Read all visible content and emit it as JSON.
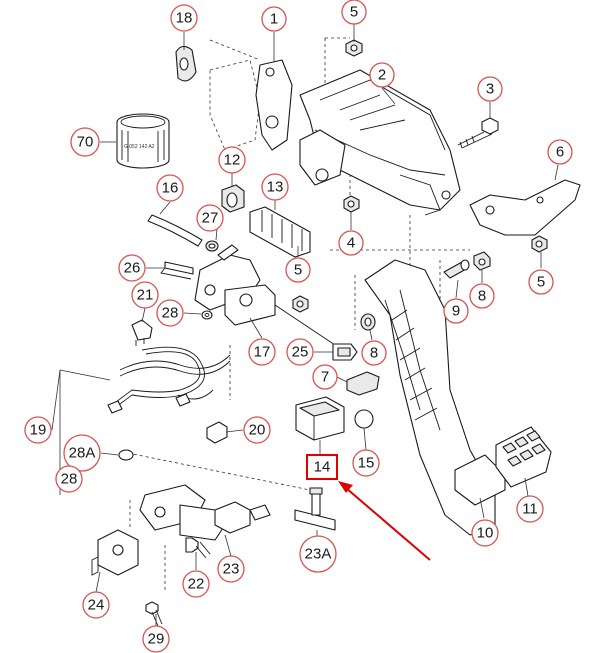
{
  "callouts": {
    "c18": "18",
    "c1": "1",
    "c5a": "5",
    "c2": "2",
    "c3": "3",
    "c70": "70",
    "c12": "12",
    "c6": "6",
    "c16": "16",
    "c13": "13",
    "c27": "27",
    "c4": "4",
    "c26": "26",
    "c5b": "5",
    "c5c": "5",
    "c21": "21",
    "c28a": "28",
    "c9": "9",
    "c8a": "8",
    "c17": "17",
    "c25": "25",
    "c8b": "8",
    "c7": "7",
    "c19": "19",
    "c20": "20",
    "c15": "15",
    "c28A": "28A",
    "c28b": "28",
    "c14": "14",
    "c11": "11",
    "c10": "10",
    "c23A": "23A",
    "c22": "22",
    "c23": "23",
    "c24": "24",
    "c29": "29"
  },
  "part_labels": {
    "sleeve_text": "G 052 142 A2"
  },
  "colors": {
    "callout_ring": "#d9534f",
    "highlight": "#e00000"
  }
}
